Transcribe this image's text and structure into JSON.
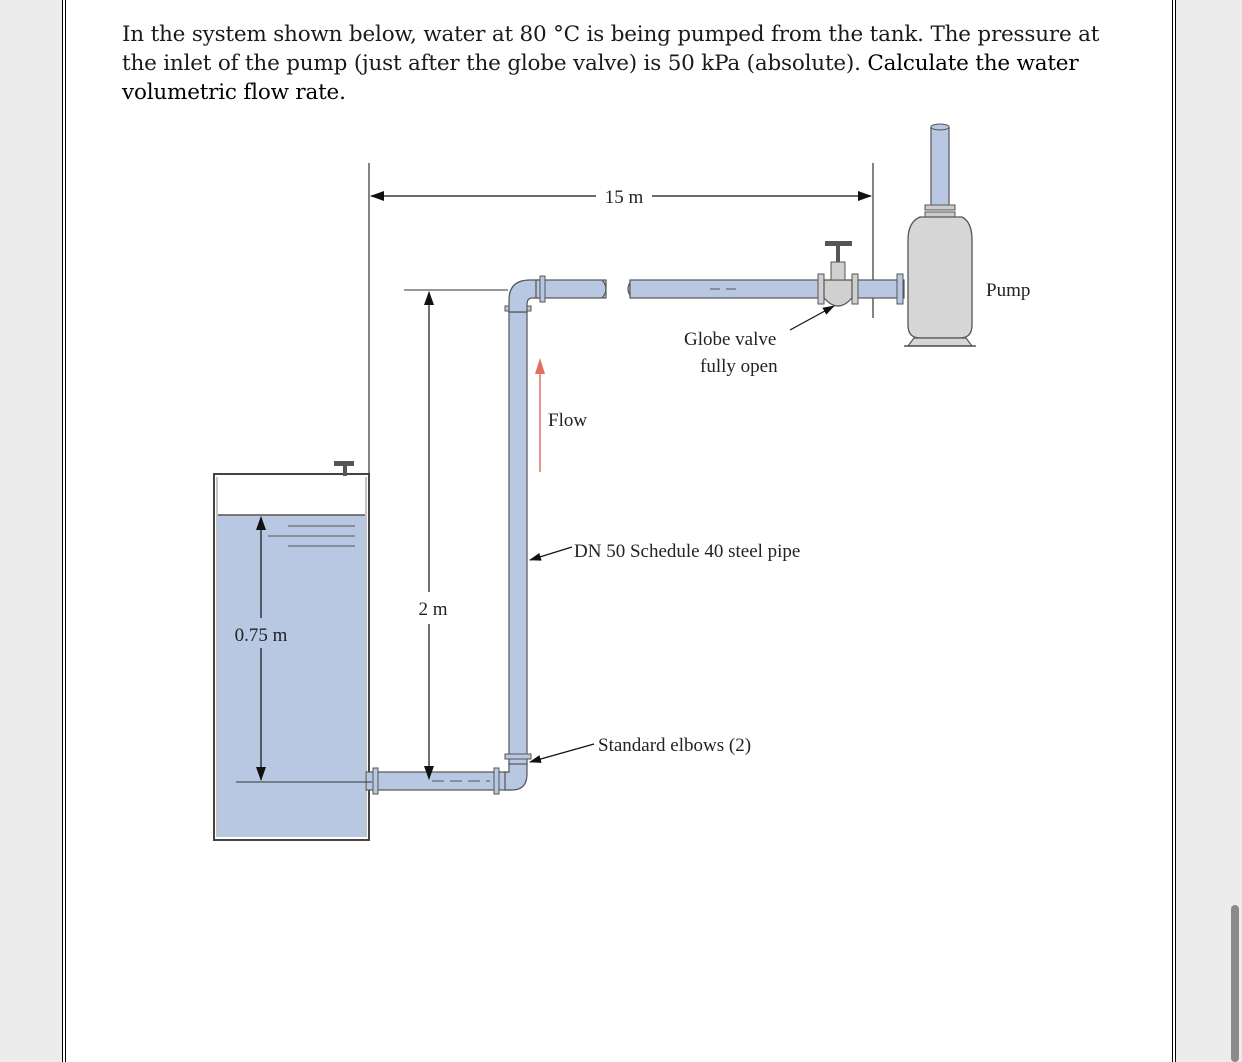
{
  "problem": {
    "text_part1": "In the system shown below, water at 80 °C is being pumped from the tank. The pressure at the inlet of the pump (just after the globe valve) is 50 kPa (absolute). ",
    "text_part2": "Calculate the water volumetric flow rate."
  },
  "diagram": {
    "labels": {
      "horizontal_length": "15 m",
      "pump": "Pump",
      "globe_valve_line1": "Globe valve",
      "globe_valve_line2": "fully open",
      "flow": "Flow",
      "pipe_spec": "DN 50 Schedule 40 steel pipe",
      "vertical_height": "2 m",
      "water_depth": "0.75 m",
      "elbows": "Standard elbows (2)"
    },
    "colors": {
      "water": "#b9c8e2",
      "pipe": "#b9c8e2",
      "flow_arrow": "#e07060",
      "pump_body": "#d6d6d6"
    }
  }
}
